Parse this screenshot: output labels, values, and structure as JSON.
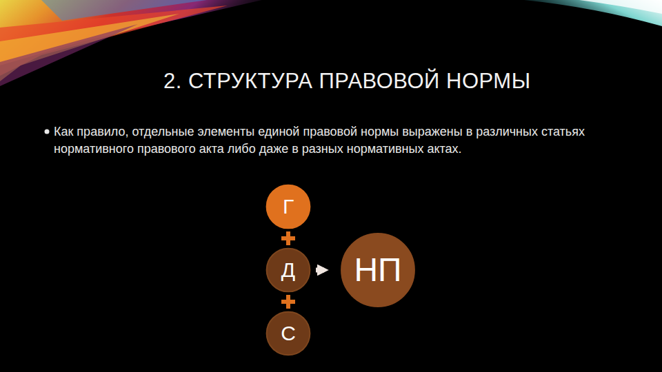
{
  "diagram": {
    "title": "2. СТРУКТУРА ПРАВОВОЙ НОРМЫ",
    "nodes": [
      {
        "text": [
          "Г"
        ]
      },
      {
        "text": [
          "Д"
        ]
      },
      {
        "text": [
          "С"
        ]
      },
      {
        "text": [
          "НП"
        ]
      }
    ],
    "edges": [
      {
        "from": 1,
        "to": 3,
        "arrow": "to"
      }
    ],
    "labels": [
      "Как правило, отдельные элементы единой правовой нормы выражены в различных статьях нормативного правового акта либо даже в разных нормативных актах."
    ]
  }
}
